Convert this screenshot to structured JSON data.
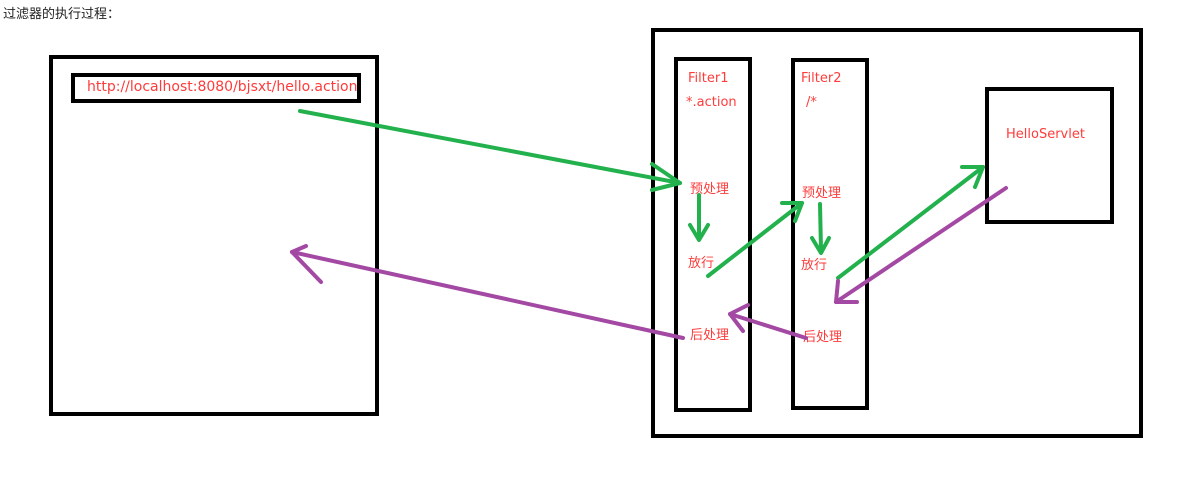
{
  "title": "过滤器的执行过程：",
  "browser": {
    "url": "http://localhost:8080/bjsxt/hello.action"
  },
  "filters": [
    {
      "name": "Filter1",
      "pattern": "*.action",
      "pre": "预处理",
      "pass": "放行",
      "post": "后处理"
    },
    {
      "name": "Filter2",
      "pattern": "/*",
      "pre": "预处理",
      "pass": "放行",
      "post": "后处理"
    }
  ],
  "servlet": {
    "name": "HelloServlet"
  },
  "colors": {
    "label": "#ff3b3b",
    "request_arrow": "#22b14c",
    "response_arrow": "#a349a4",
    "border": "#000000"
  }
}
